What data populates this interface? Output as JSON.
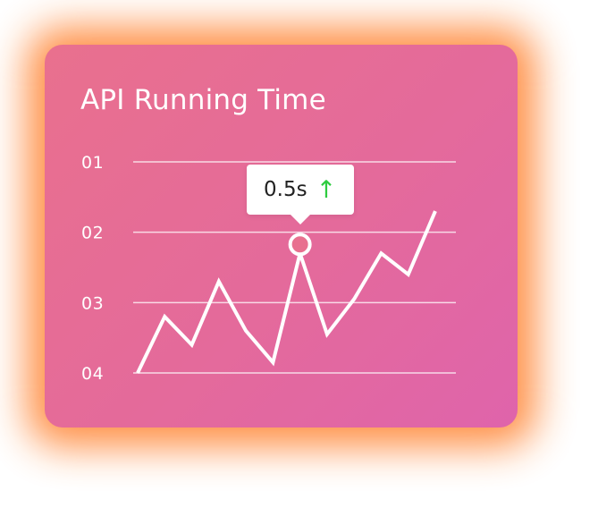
{
  "chart_data": {
    "type": "line",
    "title": "API Running Time",
    "y_tick_labels": [
      "01",
      "02",
      "03",
      "04"
    ],
    "ylim": [
      1,
      4
    ],
    "y_reversed": true,
    "grid": true,
    "series": [
      {
        "values": [
          4.0,
          3.2,
          3.6,
          2.7,
          3.4,
          3.85,
          2.3,
          3.45,
          2.95,
          2.3,
          2.6,
          1.7
        ]
      }
    ],
    "highlight": {
      "index": 6,
      "label": "0.5s",
      "trend_icon": "arrow-up-icon",
      "trend_color": "#2ecc40"
    },
    "colors": {
      "glow": "#ff8a3d",
      "card_start": "#e9708e",
      "card_end": "#df64ab",
      "line": "#ffffff"
    }
  }
}
